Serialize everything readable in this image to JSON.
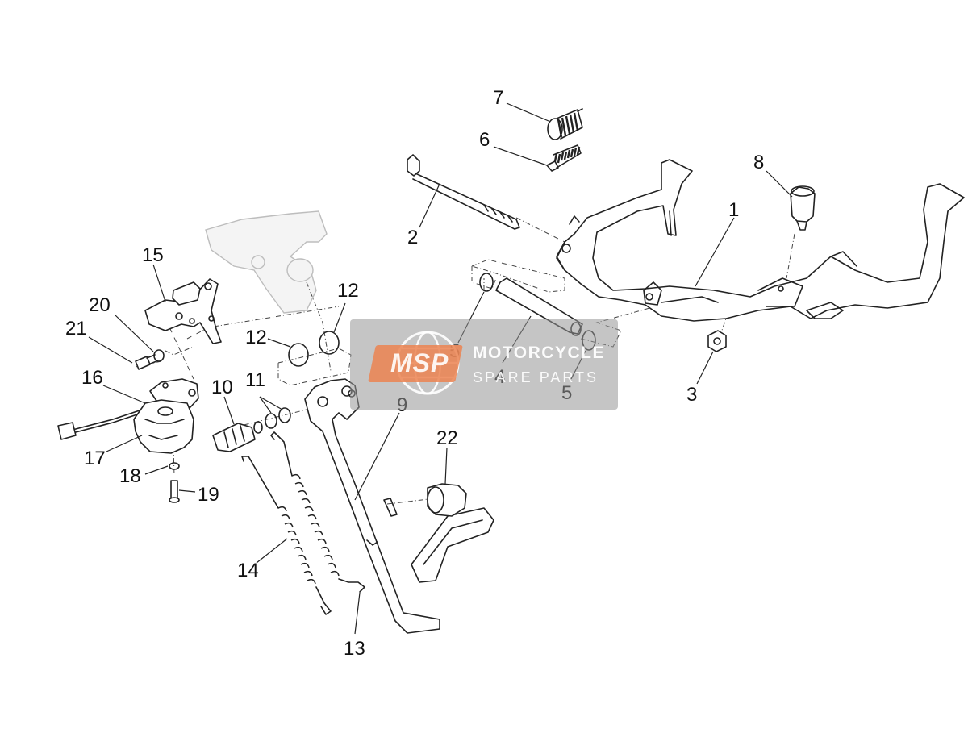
{
  "callouts": {
    "c1": "1",
    "c2": "2",
    "c3": "3",
    "c4": "4",
    "c5a": "5",
    "c5b": "5",
    "c6": "6",
    "c7": "7",
    "c8": "8",
    "c9": "9",
    "c10": "10",
    "c11": "11",
    "c12a": "12",
    "c12b": "12",
    "c13": "13",
    "c14": "14",
    "c15": "15",
    "c16": "16",
    "c17": "17",
    "c18": "18",
    "c19": "19",
    "c20": "20",
    "c21": "21",
    "c22": "22"
  },
  "watermark": {
    "badge": "MSP",
    "title": "MOTORCYCLE",
    "subtitle": "SPARE PARTS"
  }
}
